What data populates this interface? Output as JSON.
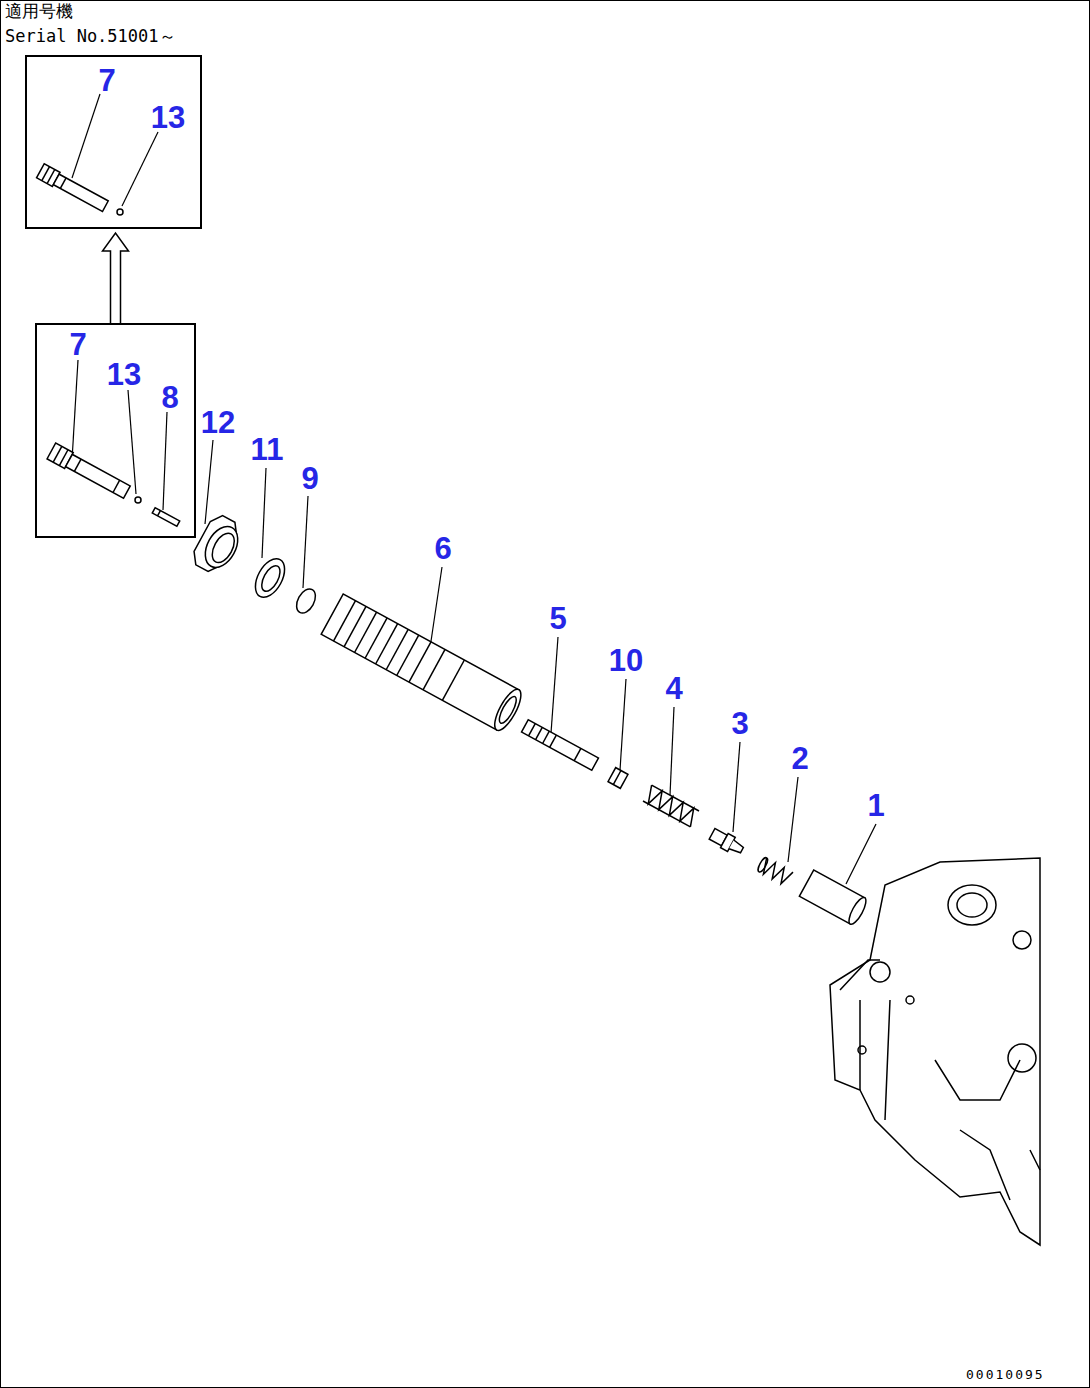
{
  "diagram": {
    "nodes": [
      {
        "text": [
          "7",
          "13"
        ]
      },
      {
        "text": [
          "7",
          "13",
          "8"
        ]
      }
    ],
    "edges": [
      {
        "from": 1,
        "to": 0,
        "arrow": "to"
      }
    ],
    "labels": [
      "適用号機",
      "Serial No.51001～",
      "12",
      "11",
      "9",
      "6",
      "5",
      "10",
      "4",
      "3",
      "2",
      "1",
      "00010095"
    ]
  }
}
